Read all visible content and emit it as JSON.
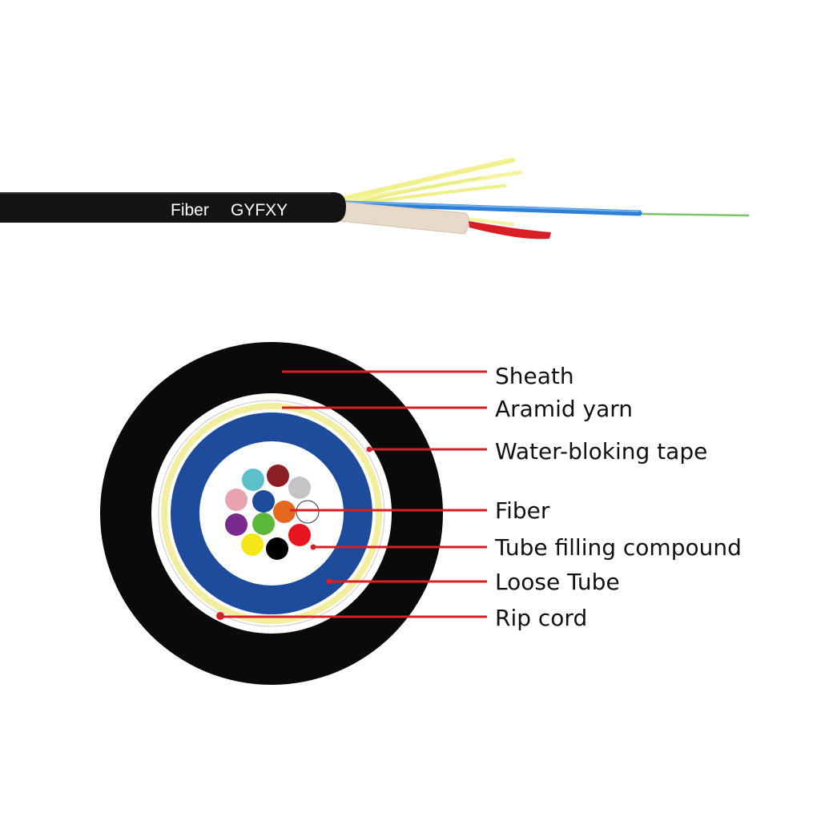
{
  "cable_print": {
    "word1": "Fiber",
    "word2": "GYFXY"
  },
  "labels": {
    "sheath": "Sheath",
    "aramid_yarn": "Aramid yarn",
    "water_blocking_tape": "Water-bloking tape",
    "fiber": "Fiber",
    "tube_filling_compound": "Tube filling compound",
    "loose_tube": "Loose Tube",
    "rip_cord": "Rip cord"
  },
  "colors": {
    "sheath": "#0a0a0a",
    "aramid_yarn": "#f2eea0",
    "loose_tube": "#1d4c9c",
    "blue_tube_strand": "#2f7fd6",
    "rip_cord": "#d81f26",
    "leader_line": "#d81f26",
    "fibers": [
      "#5bc0c9",
      "#8b1e24",
      "#c4c4c4",
      "#e8a3b1",
      "#1d4c9c",
      "#e5671e",
      "#ffffff",
      "#7a2a8c",
      "#5cb83a",
      "#e8141e",
      "#f4e81a",
      "#000000"
    ]
  }
}
